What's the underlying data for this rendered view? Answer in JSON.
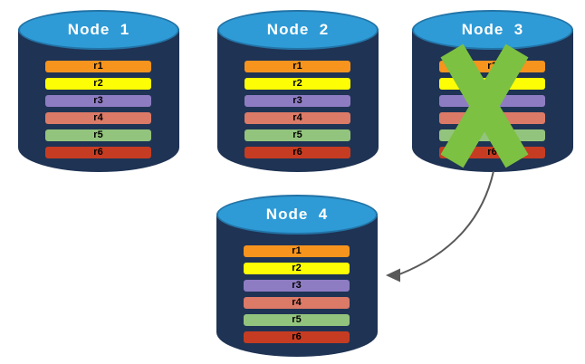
{
  "diagram": {
    "description": "Replication diagram: Node 3 fails (green X) and its data is transferred to Node 4"
  },
  "records": [
    {
      "id": "r1",
      "label": "r1",
      "color": "#F7941E"
    },
    {
      "id": "r2",
      "label": "r2",
      "color": "#FDFD05"
    },
    {
      "id": "r3",
      "label": "r3",
      "color": "#8E7CC3"
    },
    {
      "id": "r4",
      "label": "r4",
      "color": "#DB7A67"
    },
    {
      "id": "r5",
      "label": "r5",
      "color": "#93C47D"
    },
    {
      "id": "r6",
      "label": "r6",
      "color": "#C63C22"
    }
  ],
  "nodes": [
    {
      "label": "Node  1",
      "status": "active",
      "records": [
        "r1",
        "r2",
        "r3",
        "r4",
        "r5",
        "r6"
      ]
    },
    {
      "label": "Node  2",
      "status": "active",
      "records": [
        "r1",
        "r2",
        "r3",
        "r4",
        "r5",
        "r6"
      ]
    },
    {
      "label": "Node  3",
      "status": "failed",
      "records": [
        "r1",
        "r2",
        "r3",
        "r4",
        "r5",
        "r6"
      ]
    },
    {
      "label": "Node  4",
      "status": "active",
      "records": [
        "r1",
        "r2",
        "r3",
        "r4",
        "r5",
        "r6"
      ]
    }
  ],
  "colors": {
    "cylinder_body": "#1F3354",
    "cylinder_top": "#2E9BD6",
    "cylinder_top_border": "#2373A6",
    "node_label": "#FFFFFF",
    "record_label": "#000000",
    "failure_x": "#7CC142",
    "arrow": "#595959",
    "background": "#FFFFFF"
  }
}
